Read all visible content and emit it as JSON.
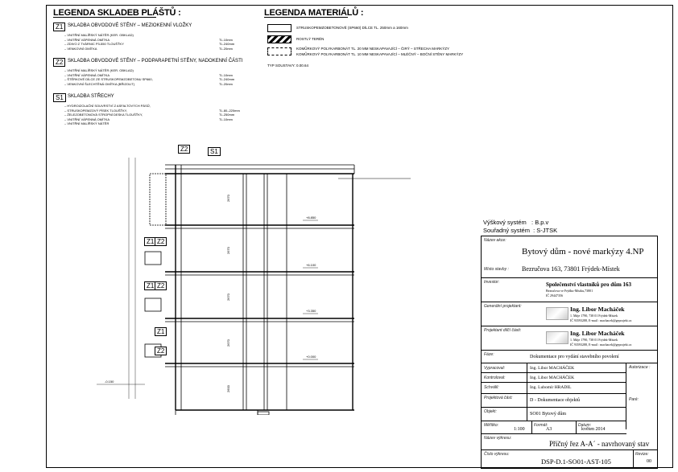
{
  "legend_layers": {
    "title": "LEGENDA SKLADEB PLÁŠTŮ :",
    "groups": [
      {
        "code": "Z1",
        "title": "SKLADBA OBVODOVÉ STĚNY – MEZIOKENNÍ VLOŽKY",
        "layers": [
          {
            "name": "– VNITŘNÍ MALÍŘSKÝ NÁTĚR (KER. OBKLAD)",
            "thk": ""
          },
          {
            "name": "– VNITŘNÍ VÁPENNÁ OMÍTKA",
            "thk": "TL.10mm"
          },
          {
            "name": "– ZDIVO Z TVÁRNIC P3-550 TLOUŠŤKY",
            "thk": "TL.240mm"
          },
          {
            "name": "– VENKOVNÍ OMÍTKA",
            "thk": "TL.20mm"
          }
        ]
      },
      {
        "code": "Z2",
        "title": "SKLADBA OBVODOVÉ STĚNY – PODPARAPETNÍ STĚNY, NADOKENNÍ ČÁSTI",
        "layers": [
          {
            "name": "– VNITŘNÍ MALÍŘSKÝ NÁTĚR (KER. OBKLAD)",
            "thk": ""
          },
          {
            "name": "– VNITŘNÍ VÁPENNÁ OMÍTKA",
            "thk": "TL.10mm"
          },
          {
            "name": "– ŠTĚRKOVÉ DÍLCE ZE STRUSKOPEMZOBETONU SP660,",
            "thk": "TL.240mm"
          },
          {
            "name": "– VENKOVNÍ ŠLECHTĚNÁ OMÍTKA (BŘIZOLIT)",
            "thk": "TL.20mm"
          }
        ]
      },
      {
        "code": "S1",
        "title": "SKLADBA STŘECHY",
        "layers": [
          {
            "name": "– HYDROIZOLAČNÍ SOUVRSTVÍ Z ASFALTOVÝCH PÁSŮ,",
            "thk": ""
          },
          {
            "name": "– STRUSKOPEMZOVÝ PÍSEK TLOUŠŤKY,",
            "thk": "TL.80–220mm"
          },
          {
            "name": "– ŽELEZOBETONOVÁ STROPNÍ DESKA TLOUŠŤKY,",
            "thk": "TL.250mm"
          },
          {
            "name": "– VNITŘNÍ VÁPENNÁ OMÍTKA",
            "thk": "TL.10mm"
          },
          {
            "name": "– VNITŘNÍ MALÍŘSKÝ NÁTĚR",
            "thk": ""
          }
        ]
      }
    ]
  },
  "legend_materials": {
    "title": "LEGENDA MATERIÁLŮ :",
    "items": [
      {
        "label": "STRUSKOPEMZOBETONOVÉ (SP660) DÍLCE TL. 250mm a 160mm"
      },
      {
        "label": "ROSTLÝ TERÉN"
      },
      {
        "label": "KOMŮRKOVÝ POLYKARBONÁT TL. 20 MM NESKAPAVAJÍCÍ – ČIRÝ – STŘECHA MARKÝZY"
      },
      {
        "label": "KOMŮRKOVÝ POLYKARBONÁT TL. 10 MM NESKAPAVAJÍCÍ – MLÉČNÝ – BOČNÍ STĚNY MARKÝZY"
      }
    ],
    "note": "TYP SOUSTAVY: 0.00.64"
  },
  "drawing": {
    "tags": {
      "z2": "Z2",
      "s1": "S1",
      "z1": "Z1"
    },
    "level_labels": [
      "+8.850",
      "+6.100",
      "+3.350",
      "+0.000",
      "-0.150"
    ],
    "dims": [
      "2670",
      "2670",
      "2670",
      "2670",
      "2600"
    ]
  },
  "coords": {
    "height_system_label": "Výškový systém",
    "height_system_value": ": B.p.v",
    "coord_system_label": "Souřadný systém",
    "coord_system_value": ": S-JTSK"
  },
  "title_block": {
    "project_name_label": "Název akce:",
    "project_name": "Bytový dům - nové markýzy 4.NP",
    "place_label": "Místo stavby :",
    "place": "Bezručova 163, 73801 Frýdek-Místek",
    "investor_label": "Investor:",
    "investor_name": "Společenství vlastníků pro dům 163",
    "investor_addr": "Bezručova ve Frýdku-Místku,73801",
    "investor_ic": "IČ 29447356",
    "gp_label": "Generální projektant:",
    "gp_name": "Ing. Libor Macháček",
    "gp_addr": "1. Máje 1790, 738 01 Frýdek-Místek",
    "gp_contact": "IČ 93593288, E-mail : machacek@geprojekt.cz",
    "dp_label": "Projektant dílčí části:",
    "dp_name": "Ing. Libor Macháček",
    "dp_addr": "1. Máje 1790, 738 01 Frýdek-Místek",
    "dp_contact": "IČ 93593288, E-mail : machacek@geprojekt.cz",
    "phase_label": "Fáze:",
    "phase": "Dokumentace pro vydání stavebního povolení",
    "drawn_label": "Vypracoval:",
    "drawn": "Ing. Libor MACHÁČEK",
    "checked_label": "Kontroloval:",
    "checked": "Ing. Libor MACHÁČEK",
    "approved_label": "Schválil:",
    "approved": "Ing. Lubomír HRADIL",
    "auth_label": "Autorizace :",
    "part_label": "Projektová část:",
    "part": "D - Dokumentace objektů",
    "object_label": "Objekt:",
    "object": "SO01 Bytový dům",
    "stamp_label": "Paré:",
    "scale_label": "Měřítko:",
    "scale": "1:100",
    "format_label": "Formát:",
    "format": "A3",
    "date_label": "Datum:",
    "date": "květen 2014",
    "drawing_name_label": "Název výkresu:",
    "drawing_name": "Příčný řez A-A´ - navrhovaný stav",
    "drawing_no_label": "Číslo výkresu:",
    "drawing_no": "DSP-D.1-SO01-AST-105",
    "revision_label": "Revize:",
    "revision": "00"
  }
}
